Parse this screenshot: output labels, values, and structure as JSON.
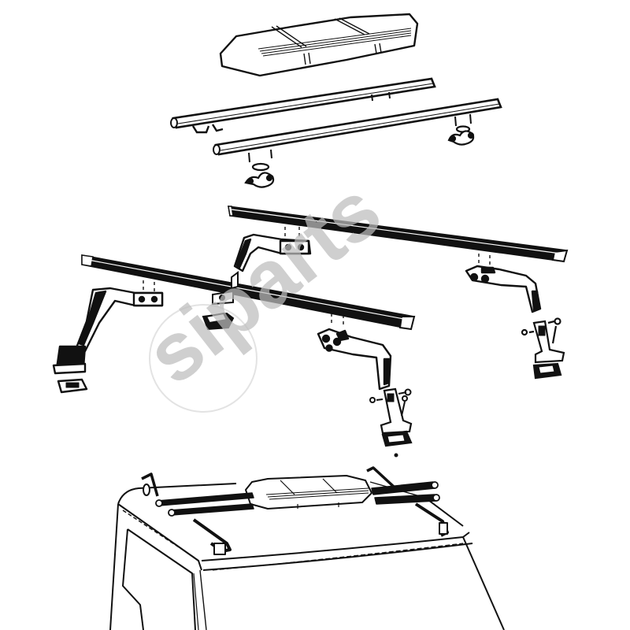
{
  "diagram": {
    "type": "exploded parts diagram",
    "subject": "Vehicle roof rack assembly with roof box",
    "style": "black line art on white",
    "components": [
      {
        "id": "roof-box",
        "label": "Roof box / luggage carrier pod"
      },
      {
        "id": "round-crossbar-rear",
        "label": "Round crossbar (rear)"
      },
      {
        "id": "round-crossbar-front",
        "label": "Round crossbar (front)"
      },
      {
        "id": "crossbar-clamp-left",
        "label": "Crossbar clamp"
      },
      {
        "id": "crossbar-clamp-right",
        "label": "Crossbar clamp"
      },
      {
        "id": "square-bar-rear",
        "label": "Square load bar (rear)"
      },
      {
        "id": "square-bar-front",
        "label": "Square load bar (front)"
      },
      {
        "id": "leg-rear-left",
        "label": "Rack leg / foot bracket"
      },
      {
        "id": "leg-rear-right",
        "label": "Rack leg / foot bracket"
      },
      {
        "id": "leg-front-left",
        "label": "Rack leg / foot bracket"
      },
      {
        "id": "leg-front-right",
        "label": "Rack leg / foot bracket"
      },
      {
        "id": "mount-plate",
        "label": "Gutter mount plate"
      },
      {
        "id": "foot-pad",
        "label": "Rubber foot pad"
      },
      {
        "id": "bolt-nut",
        "label": "Bolt and nut"
      },
      {
        "id": "vehicle-roof",
        "label": "Vehicle roof with assembled rack"
      }
    ]
  },
  "watermark": {
    "text": "siparts",
    "color": "#c9c9c9",
    "ring_color": "#e3e3e3"
  },
  "colors": {
    "ink": "#111111",
    "background": "#ffffff"
  }
}
